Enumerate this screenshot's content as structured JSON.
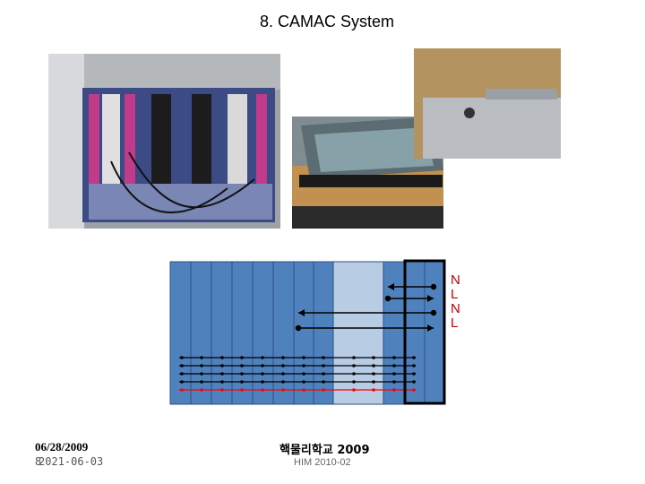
{
  "slide": {
    "title": "8. CAMAC System"
  },
  "photos": {
    "rack": "CAMAC crate photo",
    "module": "module photo",
    "connector": "connector photo"
  },
  "diagram": {
    "side_labels": [
      "N",
      "L",
      "N",
      "L"
    ],
    "colors": {
      "slot_fill": "#4f81bd",
      "highlight_slot_fill": "#b8cce4",
      "slot_border": "#2f4f7f",
      "frame": "#000000",
      "arrow": "#000000",
      "bus_red": "#ff0000",
      "label": "#c00000"
    }
  },
  "footer": {
    "date": "06/28/2009",
    "generated_date": "2021-06-03",
    "page_number": "8",
    "center_title": "핵물리학교 2009",
    "center_sub": "HIM 2010-02"
  }
}
